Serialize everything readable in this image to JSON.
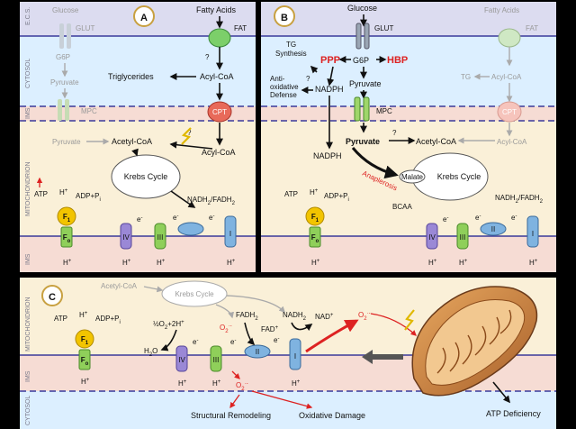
{
  "zones": {
    "ecs": "E.C.S.",
    "cytosol": "CYTOSOL",
    "ims": "IMS",
    "mito": "MITOCHONDRION"
  },
  "panelA": {
    "letter": "A",
    "glucose": "Glucose",
    "glut": "GLUT",
    "g6p": "G6P",
    "pyruvate": "Pyruvate",
    "mpc": "MPC",
    "pyruvate2": "Pyruvate",
    "fatty_acids": "Fatty Acids",
    "fat": "FAT",
    "triglycerides": "Triglycerides",
    "acyl_coa": "Acyl-CoA",
    "q1": "?",
    "q2": "?",
    "cpt": "CPT",
    "acetyl_coa": "Acetyl-CoA",
    "acyl_coa2": "Acyl-CoA",
    "krebs": "Krebs Cycle",
    "nadh": "NADH",
    "fadh": "FADH",
    "sub2a": "2",
    "sub2b": "2",
    "slash": "/",
    "atp": "ATP",
    "hplus_top": "H",
    "adp": "ADP+P",
    "adp_sub": "i",
    "f1": "F",
    "f1_sub": "1",
    "fo": "F",
    "fo_sub": "o",
    "c4": "IV",
    "c3": "III",
    "c1": "I",
    "e1": "e",
    "e2": "e",
    "e3": "e",
    "h_bottom": "H"
  },
  "panelB": {
    "letter": "B",
    "glucose": "Glucose",
    "glut": "GLUT",
    "g6p": "G6P",
    "ppp": "PPP",
    "hbp": "HBP",
    "tg_synth_1": "TG",
    "tg_synth_2": "Synthesis",
    "antiox_1": "Anti-",
    "antiox_2": "oxidative",
    "antiox_3": "Defense",
    "q": "?",
    "q2": "?",
    "nadph": "NADPH",
    "nadph2": "NADPH",
    "pyruvate": "Pyruvate",
    "mpc": "MPC",
    "pyruvate2": "Pyruvate",
    "acetyl_coa": "Acetyl-CoA",
    "acyl_coa": "Acyl-CoA",
    "fatty_acids": "Fatty Acids",
    "fat": "FAT",
    "tg": "TG",
    "acyl_coa_top": "Acyl-CoA",
    "cpt": "CPT",
    "anaplerosis": "Anaplerosis",
    "malate": "Malate",
    "krebs": "Krebs Cycle",
    "bcaa": "BCAA",
    "nadh": "NADH",
    "fadh": "FADH",
    "sub2a": "2",
    "sub2b": "2",
    "slash": "/",
    "atp": "ATP",
    "hplus_top": "H",
    "adp": "ADP+P",
    "adp_sub": "i",
    "f1": "F",
    "f1_sub": "1",
    "fo": "F",
    "fo_sub": "o",
    "c4": "IV",
    "c3": "III",
    "c2": "II",
    "c1": "I",
    "e": "e",
    "h_bottom": "H"
  },
  "panelC": {
    "letter": "C",
    "acetyl_coa": "Acetyl-CoA",
    "krebs": "Krebs Cycle",
    "atp": "ATP",
    "hplus_top": "H",
    "adp": "ADP+P",
    "adp_sub": "i",
    "f1": "F",
    "f1_sub": "1",
    "fo": "F",
    "fo_sub": "o",
    "half_o2": "½O",
    "half_o2_tail": "+2H",
    "h2o": "H",
    "h2o_tail": "O",
    "o2_minus": "O",
    "fadh2": "FADH",
    "fad": "FAD",
    "nadh2": "NADH",
    "nad": "NAD",
    "o2_right": "O",
    "o2_bottom": "O",
    "c4": "IV",
    "c3": "III",
    "c2": "II",
    "c1": "I",
    "e": "e",
    "h_bottom": "H",
    "structural": "Structural Remodeling",
    "oxidative": "Oxidative Damage",
    "atp_def": "ATP Deficiency"
  },
  "colors": {
    "ecs": "#dcdcf0",
    "cytosol": "#dcefff",
    "ims": "#f6dcd4",
    "mito": "#faf0d8",
    "red_accent": "#d22",
    "membrane": "#3a3a9a",
    "f1_yellow": "#f2c400",
    "fo_green": "#8fcf5a",
    "complex_purple": "#9a88d6",
    "complex_green": "#8fcf5a",
    "complex_blue": "#7fb3e0",
    "transporter_green": "#9fd66a",
    "cpt_red": "#e86a5a",
    "mito_brown": "#c87a3a"
  }
}
